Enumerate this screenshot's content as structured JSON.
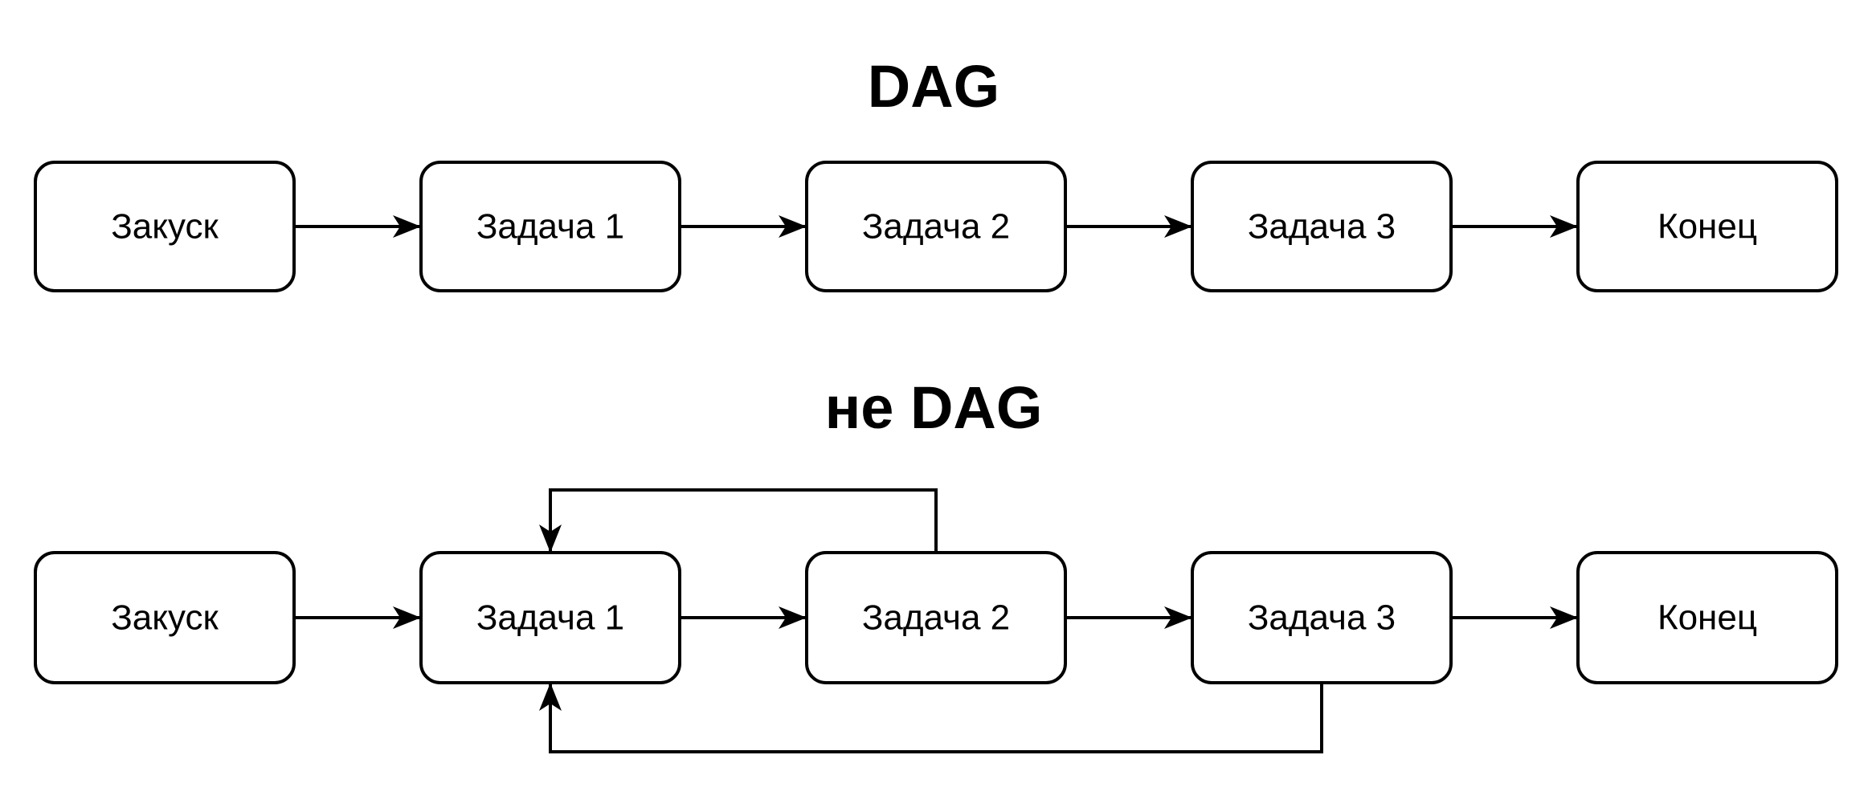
{
  "colors": {
    "stroke": "#000000",
    "node_fill": "#ffffff",
    "background": "#ffffff",
    "text": "#000000"
  },
  "diagrams": [
    {
      "title": "DAG",
      "nodes": [
        {
          "id": "start",
          "label": "Закуск"
        },
        {
          "id": "task1",
          "label": "Задача 1"
        },
        {
          "id": "task2",
          "label": "Задача 2"
        },
        {
          "id": "task3",
          "label": "Задача 3"
        },
        {
          "id": "end",
          "label": "Конец"
        }
      ],
      "edges": [
        {
          "from": "start",
          "to": "task1"
        },
        {
          "from": "task1",
          "to": "task2"
        },
        {
          "from": "task2",
          "to": "task3"
        },
        {
          "from": "task3",
          "to": "end"
        }
      ]
    },
    {
      "title": "не DAG",
      "nodes": [
        {
          "id": "start",
          "label": "Закуск"
        },
        {
          "id": "task1",
          "label": "Задача 1"
        },
        {
          "id": "task2",
          "label": "Задача 2"
        },
        {
          "id": "task3",
          "label": "Задача 3"
        },
        {
          "id": "end",
          "label": "Конец"
        }
      ],
      "edges": [
        {
          "from": "start",
          "to": "task1"
        },
        {
          "from": "task1",
          "to": "task2"
        },
        {
          "from": "task2",
          "to": "task3"
        },
        {
          "from": "task3",
          "to": "end"
        },
        {
          "from": "task2",
          "to": "task1",
          "route": "loop-top"
        },
        {
          "from": "task3",
          "to": "task1",
          "route": "loop-bottom"
        }
      ]
    }
  ]
}
